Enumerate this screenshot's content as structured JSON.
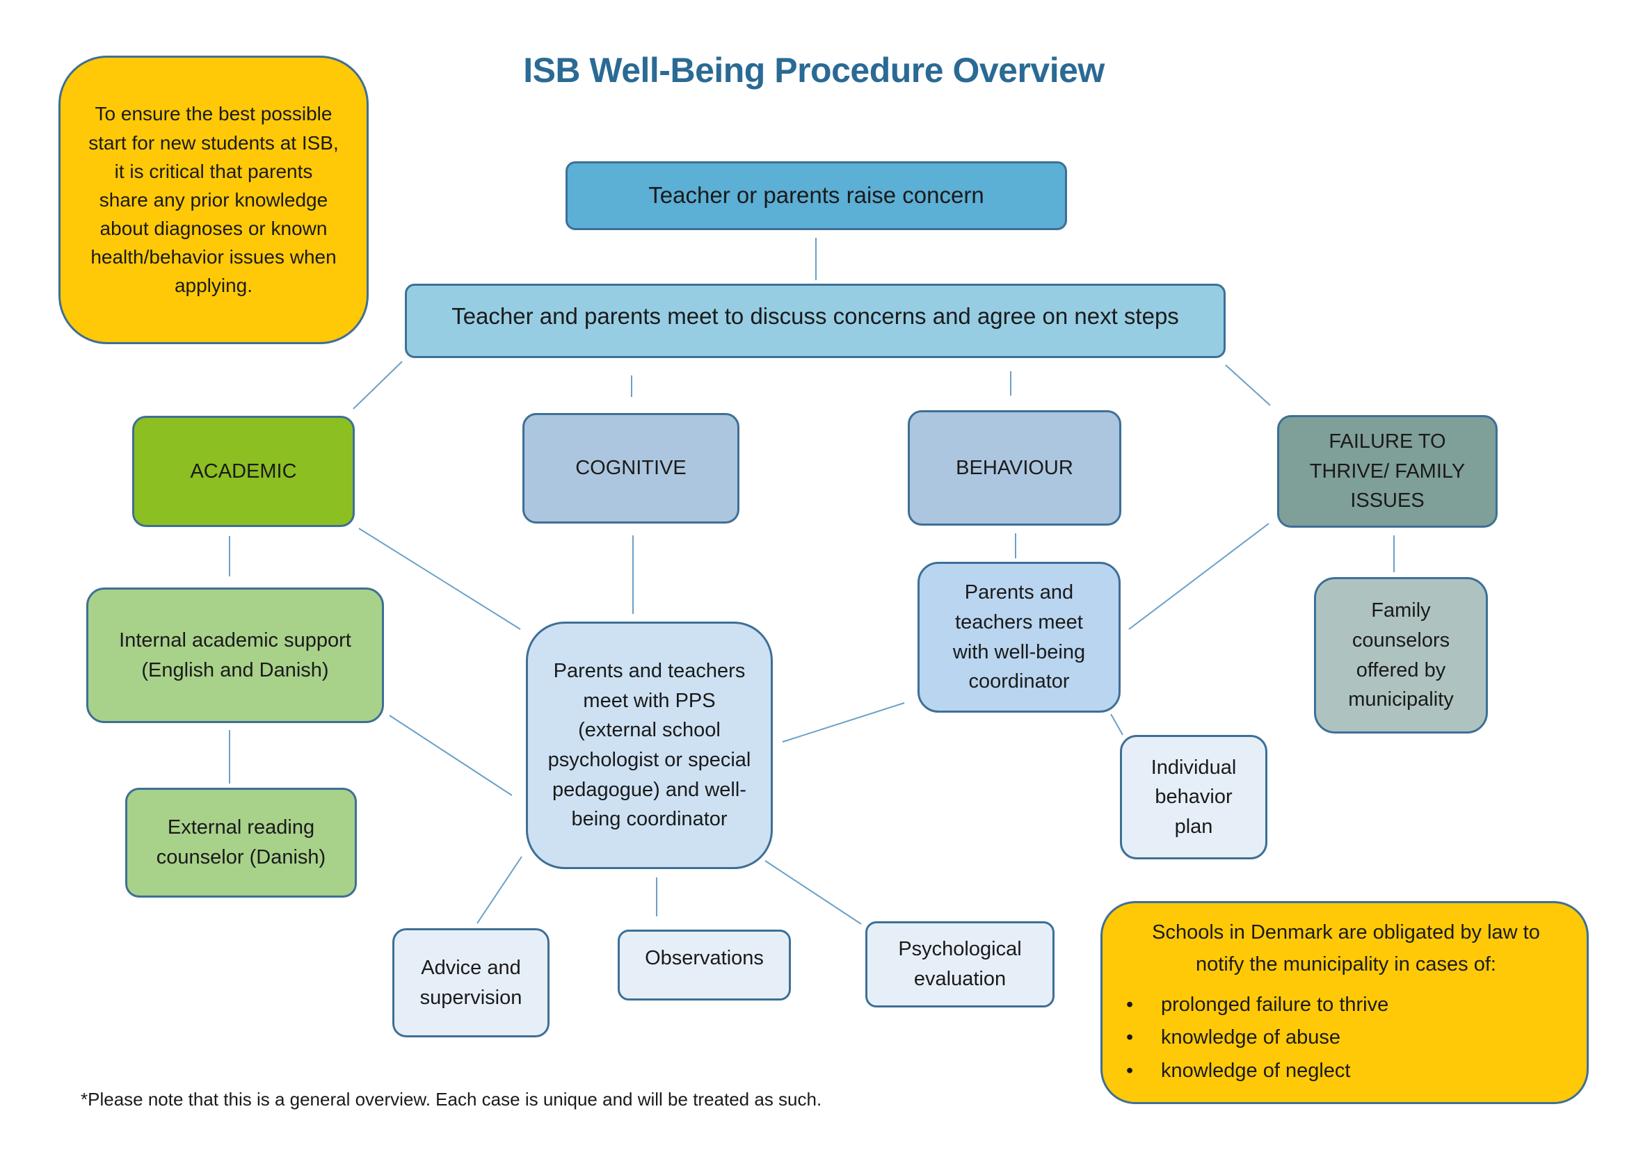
{
  "title": "ISB Well-Being Procedure Overview",
  "intro_note": "To ensure the best possible start for new students at ISB, it is critical that parents share any prior knowledge about diagnoses or known health/behavior issues when applying.",
  "steps": {
    "concern": "Teacher or parents raise concern",
    "meeting": "Teacher and parents meet to discuss concerns and agree on next steps"
  },
  "categories": {
    "academic": "ACADEMIC",
    "cognitive": "COGNITIVE",
    "behaviour": "BEHAVIOUR",
    "failure": "FAILURE TO THRIVE/ FAMILY ISSUES"
  },
  "nodes": {
    "internal_support": "Internal academic support (English and Danish)",
    "reading_counselor": "External reading counselor (Danish)",
    "pps_meeting": "Parents and teachers meet with PPS (external school psychologist or special pedagogue) and well-being coordinator",
    "wellbeing_meeting": "Parents and teachers meet with well-being coordinator",
    "family_counselors": "Family counselors offered by municipality",
    "behavior_plan": "Individual behavior plan",
    "advice": "Advice and supervision",
    "observations": "Observations",
    "psych_eval": "Psychological evaluation"
  },
  "law_notice": {
    "intro": "Schools in Denmark are obligated by law to notify the municipality in cases of:",
    "bullet": "•",
    "items": [
      "prolonged failure to thrive",
      "knowledge of abuse",
      "knowledge of neglect"
    ]
  },
  "footnote": "*Please note that this is a general overview.  Each case is unique and will be treated as such.",
  "colors": {
    "title": "#2a6a94",
    "border": "#3e6f96",
    "connector": "#6aa0c8",
    "yellow": "#ffc907",
    "academic": "#8cbf22",
    "green_light": "#a8d18a",
    "steel": "#acc6df",
    "sage": "#7f9f99"
  }
}
